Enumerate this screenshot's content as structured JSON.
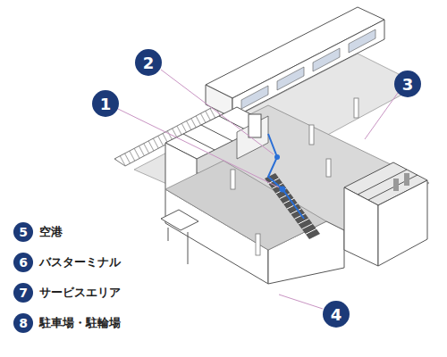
{
  "diagram": {
    "labels": [
      "1",
      "2",
      "3",
      "4",
      "5",
      "空港",
      "6",
      "バスターミナル",
      "7",
      "サービスエリア",
      "8",
      "駐車場・駐輪場"
    ]
  }
}
